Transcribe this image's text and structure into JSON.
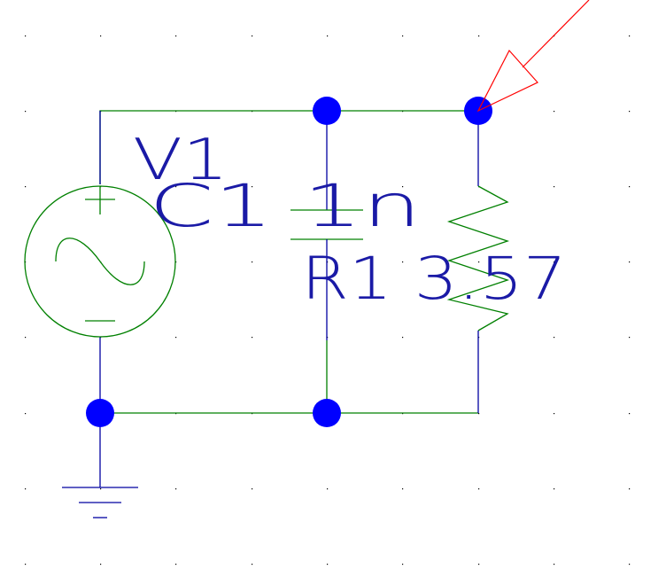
{
  "colors": {
    "background": "#ffffff",
    "grid_dot": "#000000",
    "wire": "#008000",
    "pin": "#0000a0",
    "node": "#0000ff",
    "label": "#1a1aa6",
    "probe": "#ff0000"
  },
  "components": {
    "source": {
      "name": "V1",
      "plus_sign": "+",
      "minus_sign": "−"
    },
    "capacitor": {
      "label": "C1 1n"
    },
    "resistor": {
      "label": "R1 3.57"
    }
  },
  "icons": {
    "probe": "voltage-probe-arrow-icon",
    "ground": "ground-icon"
  }
}
